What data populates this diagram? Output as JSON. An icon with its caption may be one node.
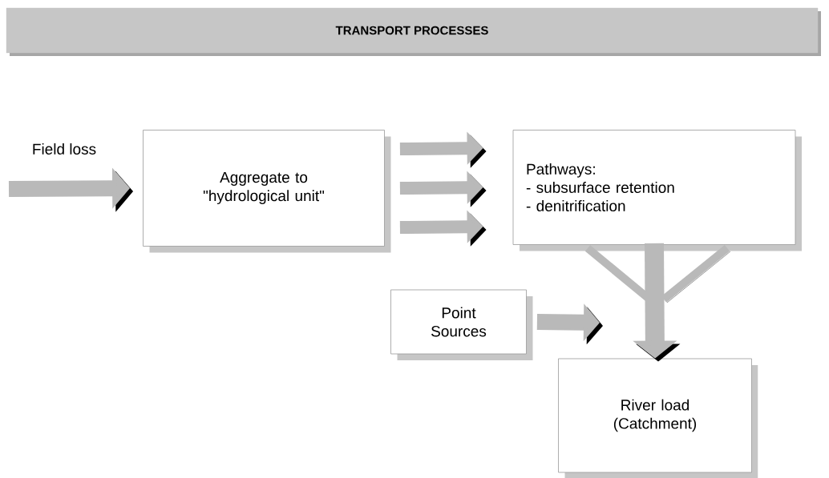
{
  "diagram": {
    "title": "TRANSPORT PROCESSES",
    "nodes": [
      {
        "text": [
          "Aggregate to \"hydrological unit\""
        ]
      },
      {
        "text": [
          "Pathways:",
          "- subsurface retention",
          "- denitrification"
        ]
      },
      {
        "text": [
          "Point Sources"
        ]
      },
      {
        "text": [
          "River load (Catchment)"
        ]
      }
    ],
    "edges": [
      {
        "from": null,
        "to": 0,
        "arrow": "to",
        "label": "Field loss"
      },
      {
        "from": 0,
        "to": 1,
        "arrow": "to"
      },
      {
        "from": 0,
        "to": 1,
        "arrow": "to"
      },
      {
        "from": 0,
        "to": 1,
        "arrow": "to"
      },
      {
        "from": 1,
        "to": 3,
        "arrow": "to"
      },
      {
        "from": 2,
        "to": null,
        "arrow": "to"
      }
    ]
  }
}
